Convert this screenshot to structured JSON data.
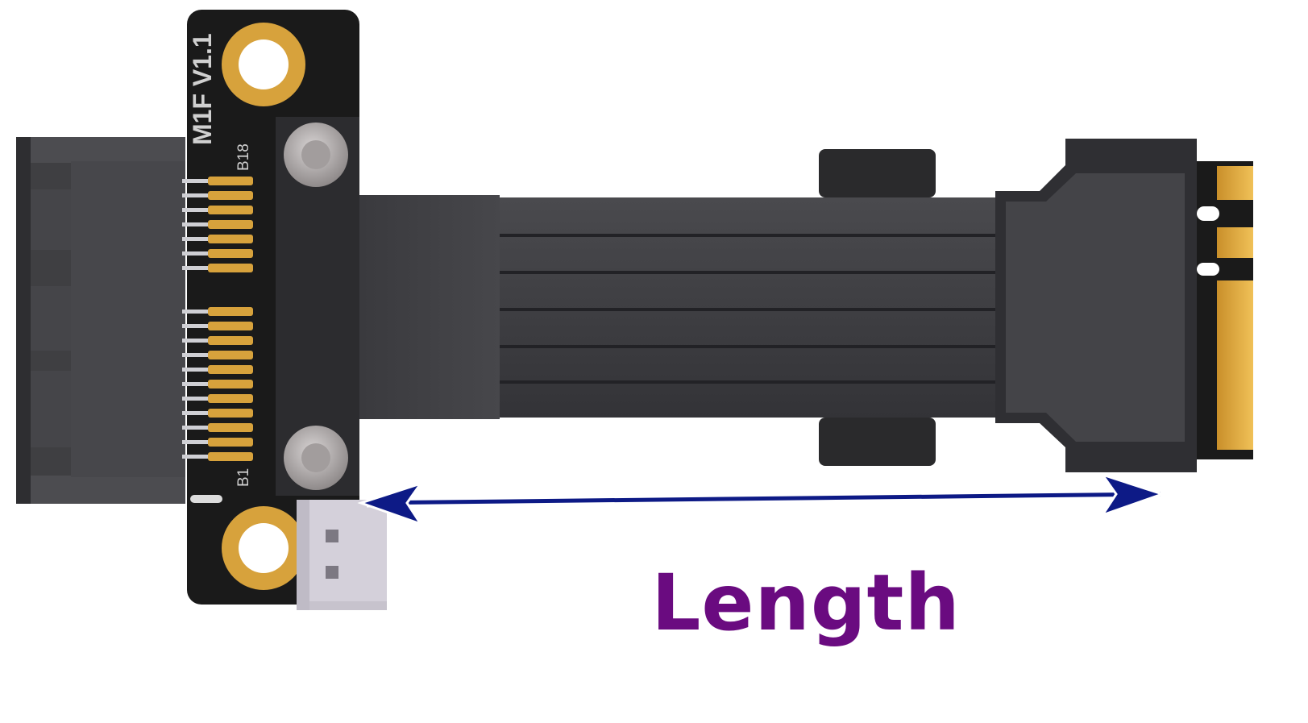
{
  "board": {
    "label": "M1F V1.1",
    "pin_top": "B18",
    "pin_bottom": "B1"
  },
  "dimension": {
    "label": "Length"
  },
  "colors": {
    "pcb": "#1a1a1a",
    "gold": "#d7a23c",
    "cable": "#3c3c40",
    "arrow": "#0d1a86",
    "label": "#6a0b80"
  }
}
